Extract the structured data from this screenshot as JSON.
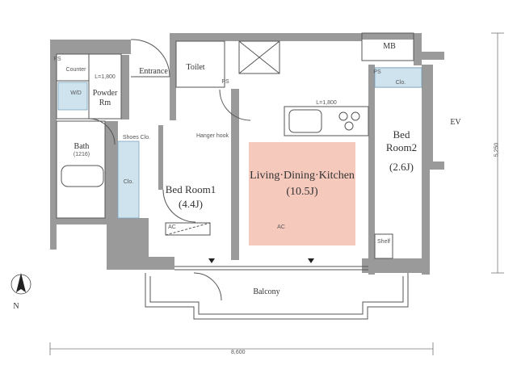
{
  "rooms": {
    "entrance": "Entrance",
    "toilet": "Toilet",
    "powder_room": "Powder",
    "powder_room_2": "Rm",
    "bath": "Bath",
    "bath_size": "(1216)",
    "shoes_closet": "Shoes Clo.",
    "hanger_hook": "Hanger hook",
    "closet": "Clo.",
    "bedroom1": "Bed Room1",
    "bedroom1_size": "(4.4J)",
    "ldk": "Living·Dining·Kitchen",
    "ldk_size": "(10.5J)",
    "bedroom2_line1": "Bed",
    "bedroom2_line2": "Room2",
    "bedroom2_size": "(2.6J)",
    "closet2": "Clo.",
    "shelf": "Shelf",
    "balcony": "Balcony",
    "mb": "MB",
    "ev": "EV",
    "wd": "W/D",
    "ps": "PS",
    "ac": "AC",
    "counter": "Counter",
    "counter_dim": "L=1,800",
    "kitchen_dim": "L=1,800"
  },
  "dimensions": {
    "width": "8,600",
    "depth": "5,250"
  },
  "compass": {
    "label": "N"
  },
  "colors": {
    "wall": "#9a9a9a",
    "line": "#555555",
    "ldk_fill": "#f6c9bd",
    "closet_fill": "#cfe3ef"
  }
}
